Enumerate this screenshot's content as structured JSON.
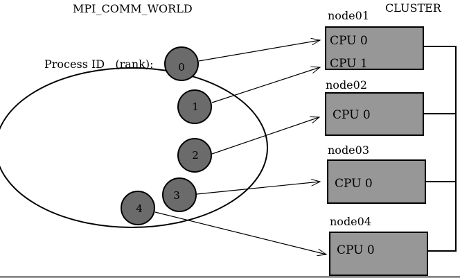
{
  "title_left": "MPI_COMM_WORLD",
  "title_right": "CLUSTER",
  "process_label": "Process ID   (rank):",
  "colors": {
    "process_fill": "#6b6b6b",
    "node_fill": "#979797",
    "stroke": "#000000",
    "background": "#ffffff"
  },
  "processes": [
    {
      "rank": "0",
      "maps_to": "node01 / CPU 0"
    },
    {
      "rank": "1",
      "maps_to": "node01 / CPU 1"
    },
    {
      "rank": "2",
      "maps_to": "node02 / CPU 0"
    },
    {
      "rank": "3",
      "maps_to": "node03 / CPU 0"
    },
    {
      "rank": "4",
      "maps_to": "node04 / CPU 0"
    }
  ],
  "nodes": [
    {
      "name": "node01",
      "cpus": [
        "CPU 0",
        "CPU 1"
      ]
    },
    {
      "name": "node02",
      "cpus": [
        "CPU 0"
      ]
    },
    {
      "name": "node03",
      "cpus": [
        "CPU 0"
      ]
    },
    {
      "name": "node04",
      "cpus": [
        "CPU 0"
      ]
    }
  ]
}
